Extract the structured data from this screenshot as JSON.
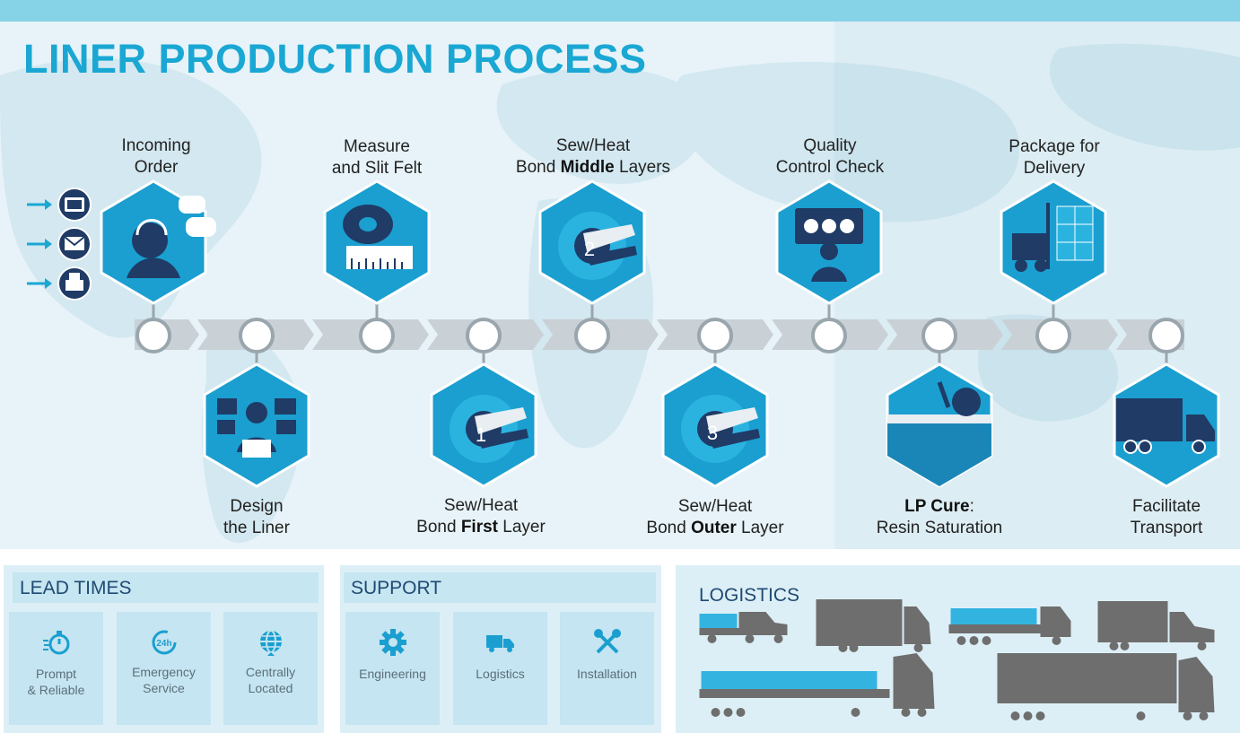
{
  "title": "LINER PRODUCTION PROCESS",
  "steps": [
    {
      "line1": "Incoming",
      "line2": "Order",
      "line2_pre": "",
      "line2_bold": "",
      "line2_post": ""
    },
    {
      "line1": "Design",
      "line2": "the Liner"
    },
    {
      "line1": "Measure",
      "line2": "and Slit Felt"
    },
    {
      "line1": "Sew/Heat",
      "line2_pre": "Bond ",
      "line2_bold": "First",
      "line2_post": " Layer"
    },
    {
      "line1": "Sew/Heat",
      "line2_pre": "Bond ",
      "line2_bold": "Middle",
      "line2_post": " Layers"
    },
    {
      "line1": "Sew/Heat",
      "line2_pre": "Bond ",
      "line2_bold": "Outer",
      "line2_post": " Layer"
    },
    {
      "line1": "Quality",
      "line2": "Control Check"
    },
    {
      "line1_bold": "LP Cure",
      "line1_post": ":",
      "line2": "Resin Saturation"
    },
    {
      "line1": "Package for",
      "line2": "Delivery"
    },
    {
      "line1": "Facilitate",
      "line2": "Transport"
    }
  ],
  "layer_numbers": [
    "1",
    "2",
    "3"
  ],
  "lead_times": {
    "heading": "LEAD TIMES",
    "cards": [
      {
        "icon": "stopwatch-icon",
        "line1": "Prompt",
        "line2": "& Reliable"
      },
      {
        "icon": "24h-icon",
        "line1": "Emergency",
        "line2": "Service"
      },
      {
        "icon": "globe-icon",
        "line1": "Centrally",
        "line2": "Located"
      }
    ]
  },
  "support": {
    "heading": "SUPPORT",
    "cards": [
      {
        "icon": "gear-icon",
        "line1": "Engineering"
      },
      {
        "icon": "truck-icon",
        "line1": "Logistics"
      },
      {
        "icon": "wrench-screwdriver-icon",
        "line1": "Installation"
      }
    ]
  },
  "logistics": {
    "heading": "LOGISTICS"
  },
  "colors": {
    "accent": "#1aa7d3",
    "hex_fill": "#1a9fd0",
    "navy": "#1f3b66",
    "track": "#c9d1d6",
    "truck_gray": "#6e6e6e",
    "cargo_blue": "#33b4e0"
  }
}
